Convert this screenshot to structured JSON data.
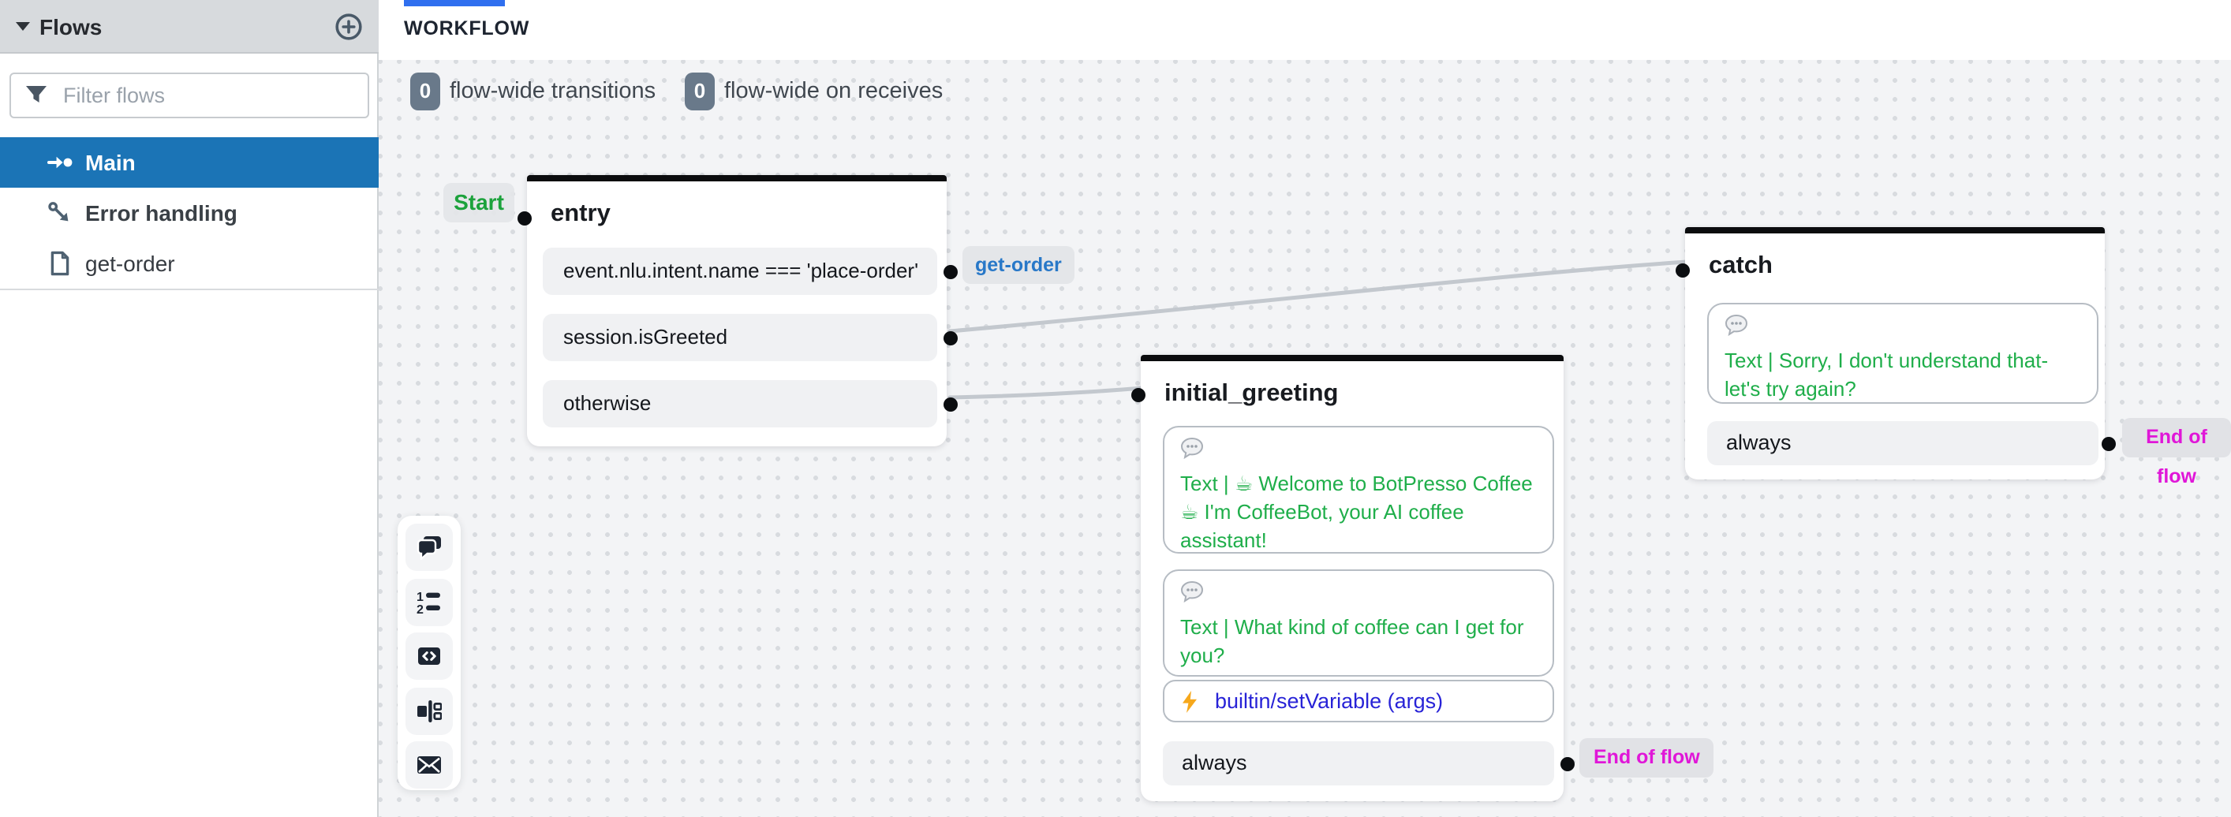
{
  "app": {
    "tab_label": "WORKFLOW"
  },
  "sidebar": {
    "title": "Flows",
    "filter_placeholder": "Filter flows",
    "items": [
      {
        "label": "Main",
        "selected": true
      },
      {
        "label": "Error handling",
        "selected": false
      },
      {
        "label": "get-order",
        "selected": false
      }
    ]
  },
  "meta": {
    "transitions": {
      "count": "0",
      "label": "flow-wide transitions"
    },
    "on_receives": {
      "count": "0",
      "label": "flow-wide on receives"
    }
  },
  "nodes": {
    "entry": {
      "title": "entry",
      "start_badge": "Start",
      "conditions": [
        "event.nlu.intent.name === 'place-order'",
        "session.isGreeted",
        "otherwise"
      ],
      "transition_badge": "get-order"
    },
    "initial_greeting": {
      "title": "initial_greeting",
      "messages": [
        "Text | ☕ Welcome to BotPresso Coffee ☕ I'm CoffeeBot, your AI coffee assistant!",
        "Text | What kind of coffee can I get for you?"
      ],
      "action": "builtin/setVariable (args)",
      "always_label": "always",
      "end_badge": "End of flow"
    },
    "catch": {
      "title": "catch",
      "messages": [
        "Text | Sorry, I don't understand that- let's try again?"
      ],
      "always_label": "always",
      "end_badge": "End of flow"
    }
  },
  "toolbar": {
    "icons": [
      "chat-icon",
      "numbered-list-icon",
      "code-icon",
      "split-icon",
      "envelope-icon"
    ]
  },
  "colors": {
    "selected_item_blue": "#1b74b6",
    "tab_indicator_blue": "#2f6fef",
    "message_green": "#1fae4a",
    "start_green": "#1ca23c",
    "end_flow_magenta": "#e016d8",
    "action_blue": "#2823d7",
    "transition_blue": "#2878c8",
    "meta_badge_slate": "#69798a",
    "edge_gray": "#c3c8ce",
    "node_top_border": "#0b0c0e",
    "canvas_bg": "#f3f4f6"
  }
}
